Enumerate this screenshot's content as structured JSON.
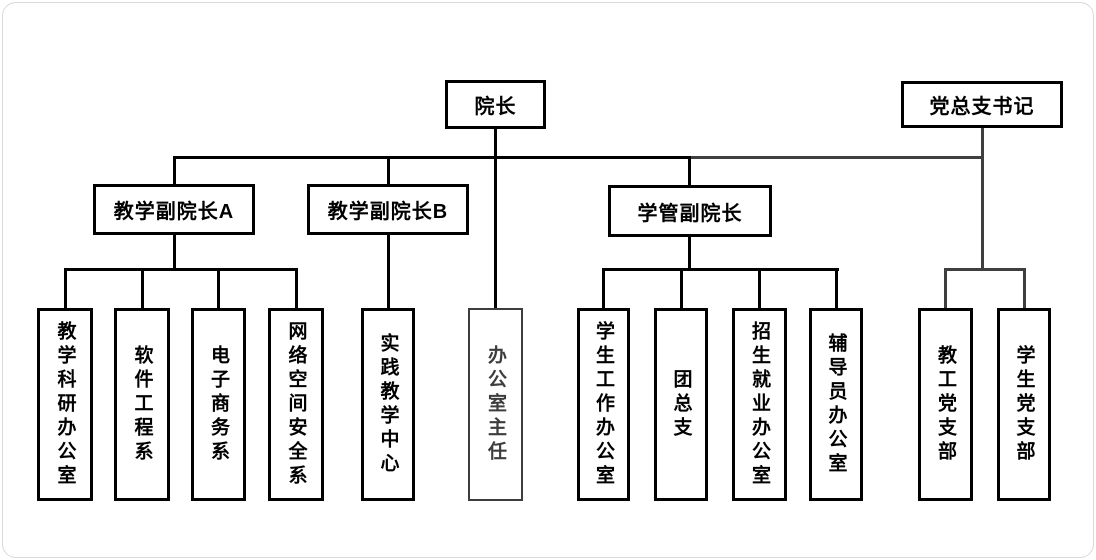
{
  "colors": {
    "line_primary": "#000000",
    "line_secondary": "#3f3f3f",
    "muted": "#3d3d3d",
    "frame_border": "#d9d9d9",
    "background": "#ffffff"
  },
  "org": {
    "dean": "院长",
    "party_secretary": "党总支书记",
    "vice_dean_a": "教学副院长A",
    "vice_dean_b": "教学副院长B",
    "student_vice_dean": "学管副院长",
    "teaching_research_office": "教学科研办公室",
    "software_engineering_dept": "软件工程系",
    "ecommerce_dept": "电子商务系",
    "cyberspace_security_dept": "网络空间安全系",
    "practice_teaching_center": "实践教学中心",
    "office_director": "办公室主任",
    "student_work_office": "学生工作办公室",
    "youth_league": "团总支",
    "admissions_employment_office": "招生就业办公室",
    "counselor_office": "辅导员办公室",
    "faculty_party_branch": "教工党支部",
    "student_party_branch": "学生党支部"
  }
}
